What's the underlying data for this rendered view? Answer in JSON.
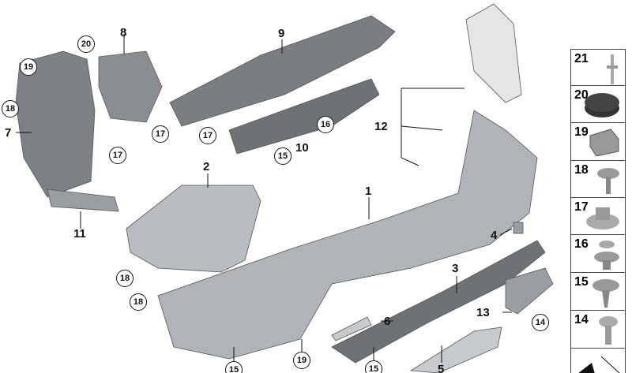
{
  "diagram": {
    "callouts": {
      "c20": "20",
      "c19a": "19",
      "c18a": "18",
      "p7": "7",
      "p8": "8",
      "p9": "9",
      "c17a": "17",
      "c17b": "17",
      "c17c": "17",
      "c16": "16",
      "p10": "10",
      "c15a": "15",
      "p12": "12",
      "p2": "2",
      "p11": "11",
      "p1": "1",
      "p4": "4",
      "c18b": "18",
      "c18c": "18",
      "p3": "3",
      "p13": "13",
      "c14": "14",
      "p6": "6",
      "c15b": "15",
      "c19b": "19",
      "c15c": "15",
      "p5": "5"
    },
    "legend": [
      {
        "number": "21",
        "icon": "rivet-icon"
      },
      {
        "number": "20",
        "icon": "rubber-pad-icon"
      },
      {
        "number": "19",
        "icon": "clip-nut-icon"
      },
      {
        "number": "18",
        "icon": "hex-screw-washer-icon"
      },
      {
        "number": "17",
        "icon": "hex-nut-washer-icon"
      },
      {
        "number": "16",
        "icon": "expanding-rivet-icon"
      },
      {
        "number": "15",
        "icon": "tapping-screw-icon"
      },
      {
        "number": "14",
        "icon": "oval-head-screw-icon"
      }
    ],
    "colors": {
      "part": "#b9bcc0",
      "part_dark": "#6e7275",
      "ghost": "#e4e5e7"
    }
  }
}
